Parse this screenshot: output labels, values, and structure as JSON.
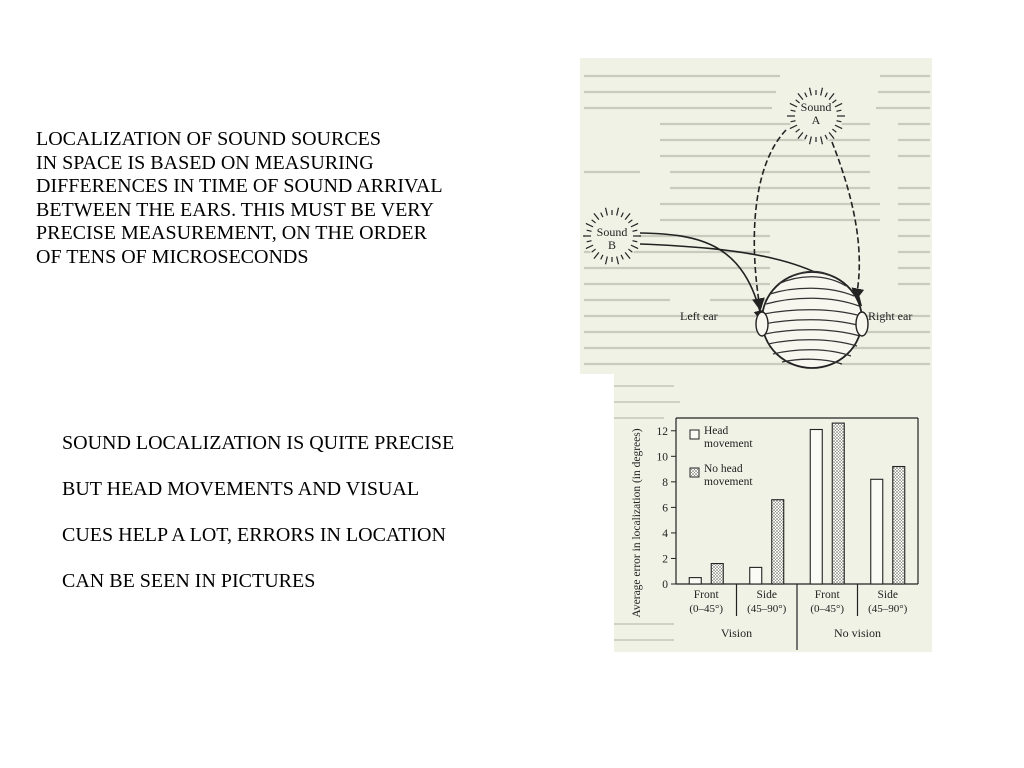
{
  "slide": {
    "paragraph_1": [
      "LOCALIZATION OF SOUND SOURCES",
      "IN SPACE IS BASED ON MEASURING",
      "DIFFERENCES IN TIME OF SOUND ARRIVAL",
      "BETWEEN THE EARS. THIS MUST BE VERY",
      "PRECISE MEASUREMENT, ON THE ORDER",
      "OF TENS OF MICROSECONDS"
    ],
    "paragraph_2": [
      "SOUND LOCALIZATION IS QUITE PRECISE",
      "BUT HEAD MOVEMENTS AND VISUAL",
      "CUES HELP A LOT, ERRORS IN LOCATION",
      "CAN BE SEEN IN PICTURES"
    ]
  },
  "head_figure": {
    "sound_a": [
      "Sound",
      "A"
    ],
    "sound_b": [
      "Sound",
      "B"
    ],
    "left_ear": "Left ear",
    "right_ear": "Right ear"
  },
  "colors": {
    "figure_bg": "#f1f2e6",
    "ink": "#222222"
  },
  "chart_data": {
    "type": "bar",
    "ylabel": "Average error in localization (in degrees)",
    "ylim": [
      0,
      13
    ],
    "yticks": [
      "0",
      "2",
      "4",
      "6",
      "8",
      "10",
      "12"
    ],
    "categories": [
      {
        "line1": "Front",
        "line2": "(0–45°)"
      },
      {
        "line1": "Side",
        "line2": "(45–90°)"
      },
      {
        "line1": "Front",
        "line2": "(0–45°)"
      },
      {
        "line1": "Side",
        "line2": "(45–90°)"
      }
    ],
    "groups": [
      "Vision",
      "No vision"
    ],
    "series": [
      {
        "name": "Head movement",
        "legend": [
          "Head",
          "movement"
        ],
        "pattern": "open",
        "values": [
          0.5,
          1.3,
          12.1,
          8.2
        ]
      },
      {
        "name": "No head movement",
        "legend": [
          "No head",
          "movement"
        ],
        "pattern": "stippled",
        "values": [
          1.6,
          6.6,
          12.6,
          9.2
        ]
      }
    ],
    "grid": false,
    "legend": "top-left"
  }
}
